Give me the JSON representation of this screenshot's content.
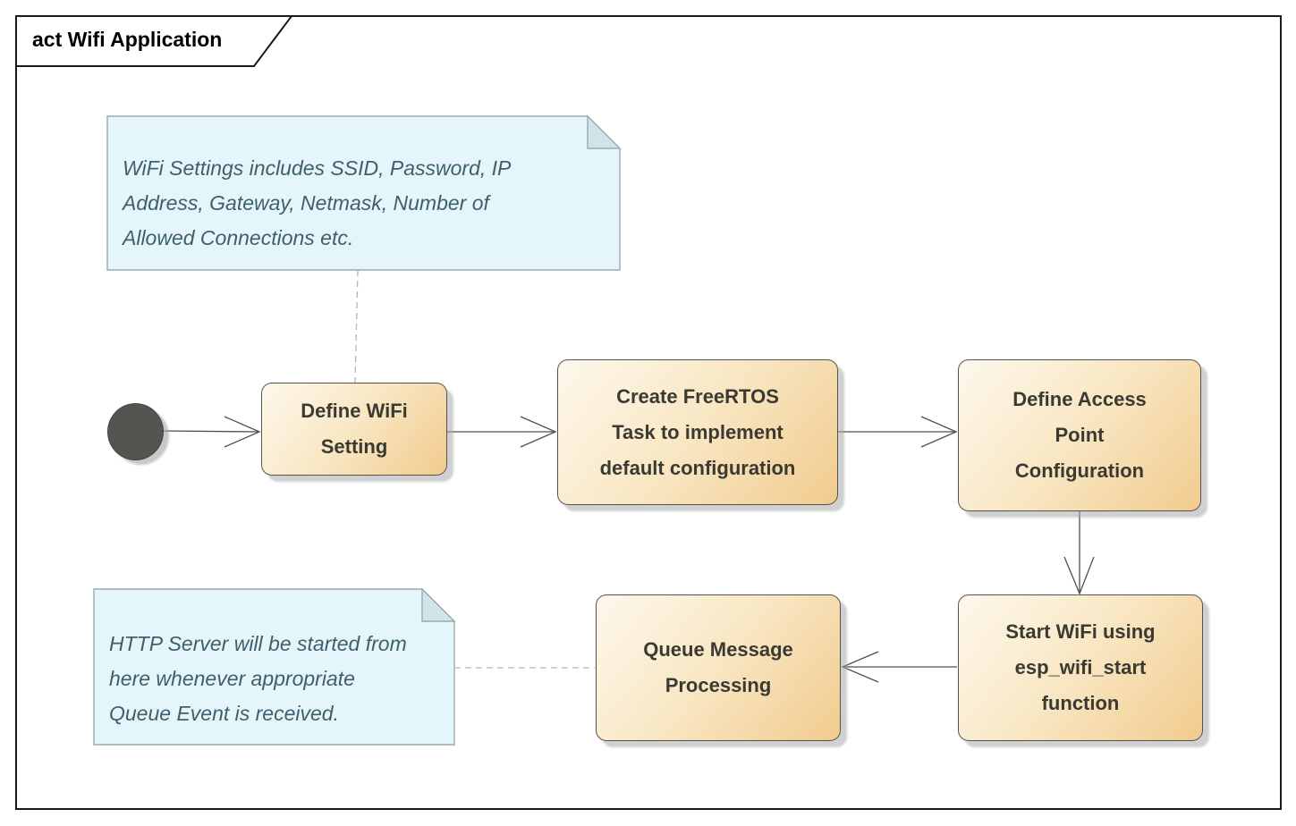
{
  "frame": {
    "title": "act Wifi Application"
  },
  "notes": [
    {
      "id": "wifi-settings-note",
      "text": "WiFi Settings includes SSID, Password, IP\nAddress, Gateway, Netmask, Number of\nAllowed Connections etc."
    },
    {
      "id": "http-server-note",
      "text": "HTTP Server will be started from\nhere whenever appropriate\nQueue Event is received."
    }
  ],
  "activities": [
    {
      "id": "define-wifi-setting",
      "label": "Define WiFi\nSetting"
    },
    {
      "id": "create-freertos-task",
      "label": "Create FreeRTOS\nTask to implement\ndefault configuration"
    },
    {
      "id": "define-access-point-configuration",
      "label": "Define Access\nPoint\nConfiguration"
    },
    {
      "id": "start-wifi",
      "label": "Start WiFi using\nesp_wifi_start\nfunction"
    },
    {
      "id": "queue-message-processing",
      "label": "Queue Message\nProcessing"
    }
  ],
  "flow": [
    "initial -> Define WiFi Setting",
    "Define WiFi Setting -> Create FreeRTOS Task to implement default configuration",
    "Create FreeRTOS Task to implement default configuration -> Define Access Point Configuration",
    "Define Access Point Configuration -> Start WiFi using esp_wifi_start function",
    "Start WiFi using esp_wifi_start function -> Queue Message Processing"
  ],
  "colors": {
    "activity_fill_light": "#fdf8ec",
    "activity_fill_dark": "#f1cb8e",
    "activity_border": "#55544a",
    "activity_text": "#3a3a33",
    "note_fill": "#e4f6f9",
    "note_fold": "#d3e4e8",
    "note_border": "#9aabaf",
    "note_text": "#3f5f6d",
    "connector": "#4f4f4f",
    "note_link": "#b4b4b4",
    "frame_border": "#1a1a1a",
    "initial_node": "#545451",
    "background": "#ffffff"
  }
}
